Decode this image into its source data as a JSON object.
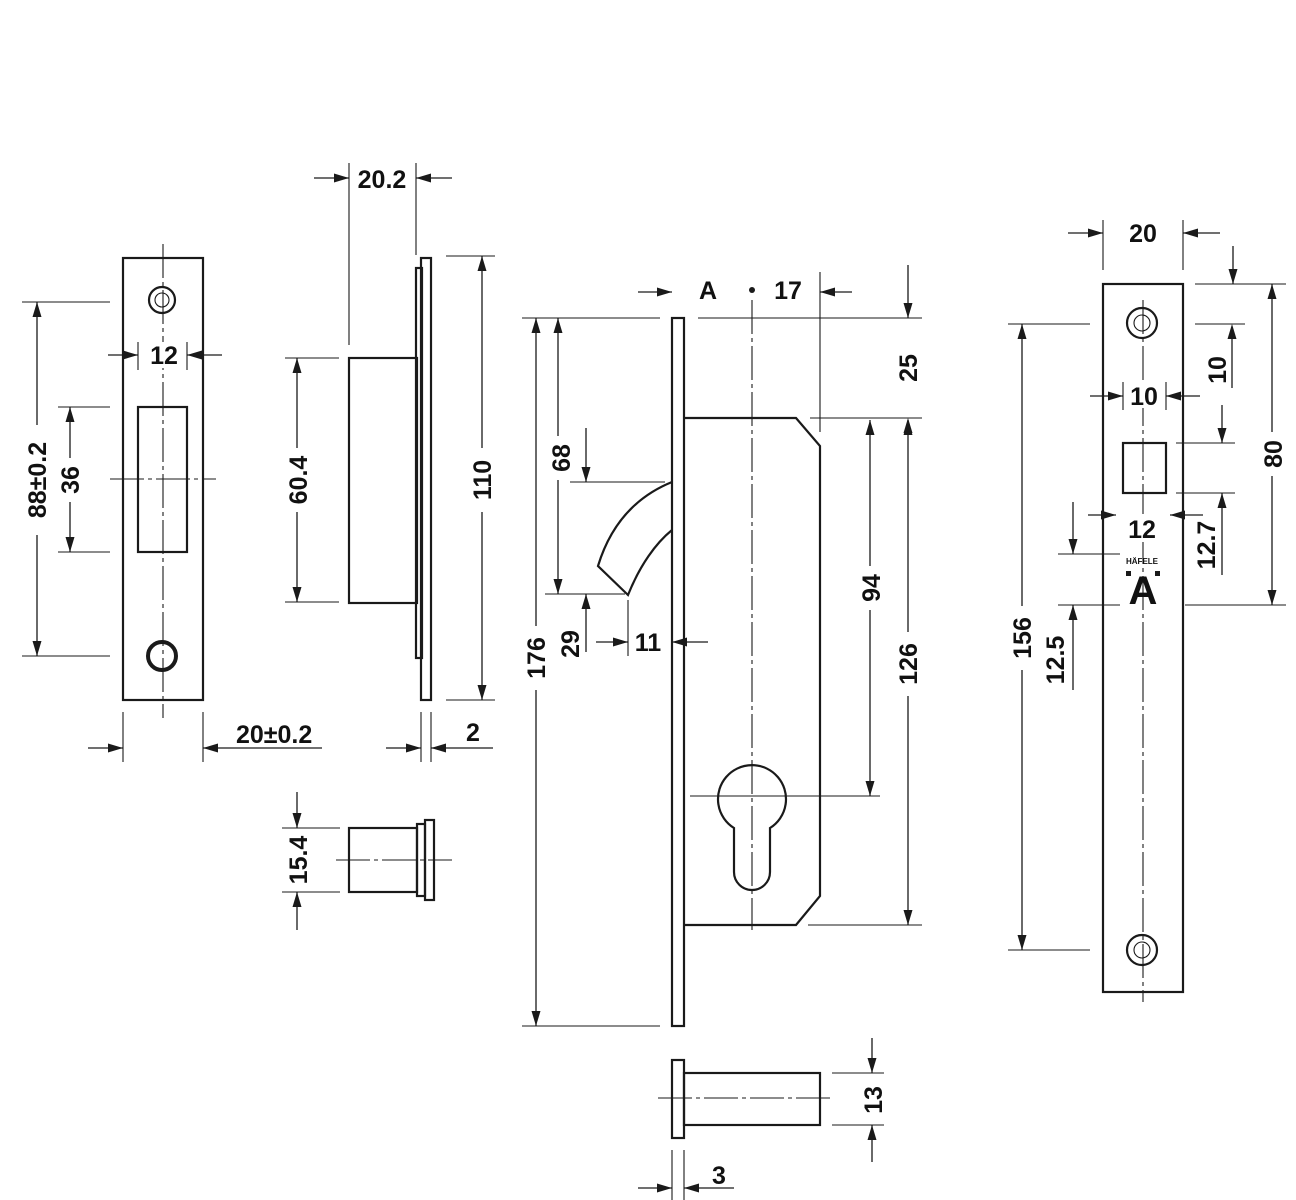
{
  "dimensions": {
    "strike_hole_spacing": "88±0.2",
    "strike_opening_height": "36",
    "strike_opening_width": "12",
    "strike_plate_width": "20±0.2",
    "faceplate_offset": "20.2",
    "latch_housing_height": "60.4",
    "strike_side_height": "110",
    "strike_side_thickness": "2",
    "latch_bolt_height": "15.4",
    "backset": "A",
    "case_depth": "17",
    "top_offset": "25",
    "faceplate_length": "176",
    "hook_position": "68",
    "hook_height": "29",
    "hook_projection": "11",
    "centre_distance": "94",
    "case_height": "126",
    "hook_bolt_height": "13",
    "hook_bolt_flange": "3",
    "faceplate_width": "20",
    "front_hole_spacing": "156",
    "screw_hole_offset": "10",
    "front_hole_spacing_short": "80",
    "latch_opening_width": "10",
    "hook_opening_width": "12",
    "hook_opening_height": "12.7",
    "logo_offset": "12.5"
  },
  "logo": {
    "mark": "A",
    "caption": "HÄFELE"
  }
}
